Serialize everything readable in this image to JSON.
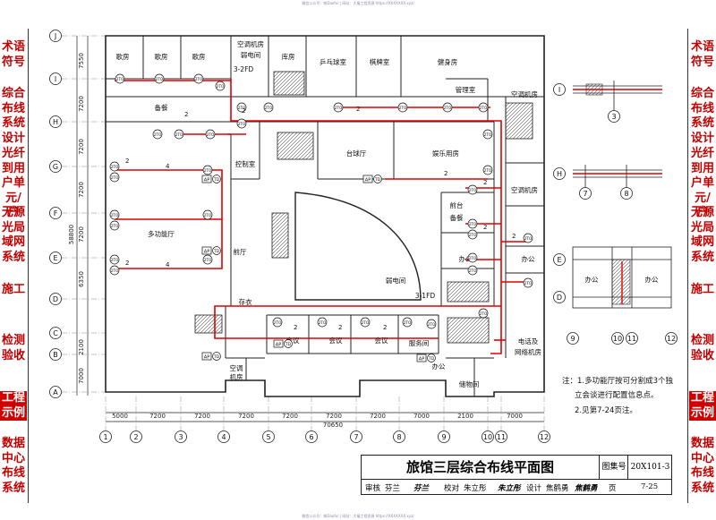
{
  "watermark": "微信公众号：筑Daoful | 网站：大福工程资源 https://XXXXXXX.xyz/",
  "left_tabs": [
    "术语",
    "符号",
    "综合",
    "布线",
    "系统",
    "设计",
    "光纤",
    "到用",
    "户单",
    "元/户",
    "无源",
    "光局",
    "域网",
    "系统",
    "施工",
    "检测",
    "验收",
    "工程",
    "示例",
    "数据",
    "中心",
    "布线",
    "系统"
  ],
  "plan": {
    "grid_rows": [
      "J",
      "I",
      "H",
      "G",
      "F",
      "E",
      "D",
      "C",
      "B",
      "A"
    ],
    "grid_cols": [
      "1",
      "2",
      "3",
      "4",
      "5",
      "6",
      "7",
      "8",
      "9",
      "10",
      "11",
      "12"
    ],
    "left_dims": [
      "7550",
      "7200",
      "7200",
      "7200",
      "7200",
      "6350",
      "2100",
      "7000"
    ],
    "total_left_dim": "58800",
    "bottom_dims": [
      "5000",
      "7200",
      "7200",
      "7200",
      "7200",
      "7200",
      "7200",
      "7000",
      "2100",
      "7000"
    ],
    "total_bottom_dim": "70650",
    "rooms": {
      "ge1": "歌房",
      "ge2": "歌房",
      "ge3": "歌房",
      "ac1": "空调机房",
      "weak1": "弱电间",
      "fd_top": "3-2FD",
      "storage": "库房",
      "pingpong": "乒乓球室",
      "chess": "棋牌室",
      "gym": "健身房",
      "mgmt": "管理室",
      "ac_ne": "空调机房",
      "prep": "备餐",
      "control": "控制室",
      "billiards": "台球厅",
      "recreation": "娱乐用房",
      "ac_e": "空调机房",
      "lobby_desk": "前台",
      "prep2": "备餐",
      "office_e1": "办公",
      "office_e2": "办公",
      "multi": "多功能厅",
      "front_hall": "前厅",
      "weak2": "弱电间",
      "fd_mid": "3-1FD",
      "coat": "存衣",
      "meeting1": "会议",
      "meeting2": "会议",
      "meeting3": "会议",
      "service": "服务间",
      "telecom": "电话及",
      "telecom2": "网络机房",
      "ac_sw": "空调",
      "ac_sw2": "机房",
      "office_s": "办公",
      "storage_s": "储物间"
    },
    "outlet_label": "2TO",
    "ap_label": "AP",
    "td_label": "TD",
    "cable_count_2": "2",
    "cable_count_4": "4"
  },
  "details": {
    "d1_rows": [
      "I"
    ],
    "d1_col": "3",
    "d2_row": "H",
    "d2_cols": [
      "7",
      "8"
    ],
    "d3_rows": [
      "E",
      "D"
    ],
    "d3_cols": [
      "9",
      "10",
      "11",
      "12"
    ],
    "office_l": "办公",
    "office_r": "办公"
  },
  "notes": {
    "line1": "注：1.多功能厅按可分割成3个独",
    "line2": "立会谈进行配置信息点。",
    "line3": "2.见第7-24页注。"
  },
  "title_block": {
    "title": "旅馆三层综合布线平面图",
    "atlas_label": "图集号",
    "atlas_no": "20X101-3",
    "review_label": "审核",
    "reviewer": "芬兰",
    "check_label": "校对",
    "checker": "朱立彤",
    "design_label": "设计",
    "designer": "焦鹤勇",
    "page_label": "页",
    "page_no": "7-25"
  },
  "colors": {
    "red": "#e00000",
    "tab_red": "#c00000",
    "line": "#222222"
  }
}
